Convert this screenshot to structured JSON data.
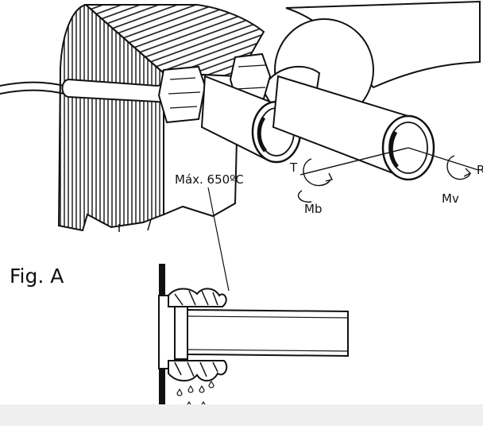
{
  "labels": {
    "max_temp": "Máx. 650ºC",
    "t": "T",
    "r": "R",
    "mb": "Mb",
    "mv": "Mv",
    "figure": "Fig. A"
  },
  "colors": {
    "ink": "#111111",
    "paper": "#ffffff",
    "band": "#efefef"
  }
}
